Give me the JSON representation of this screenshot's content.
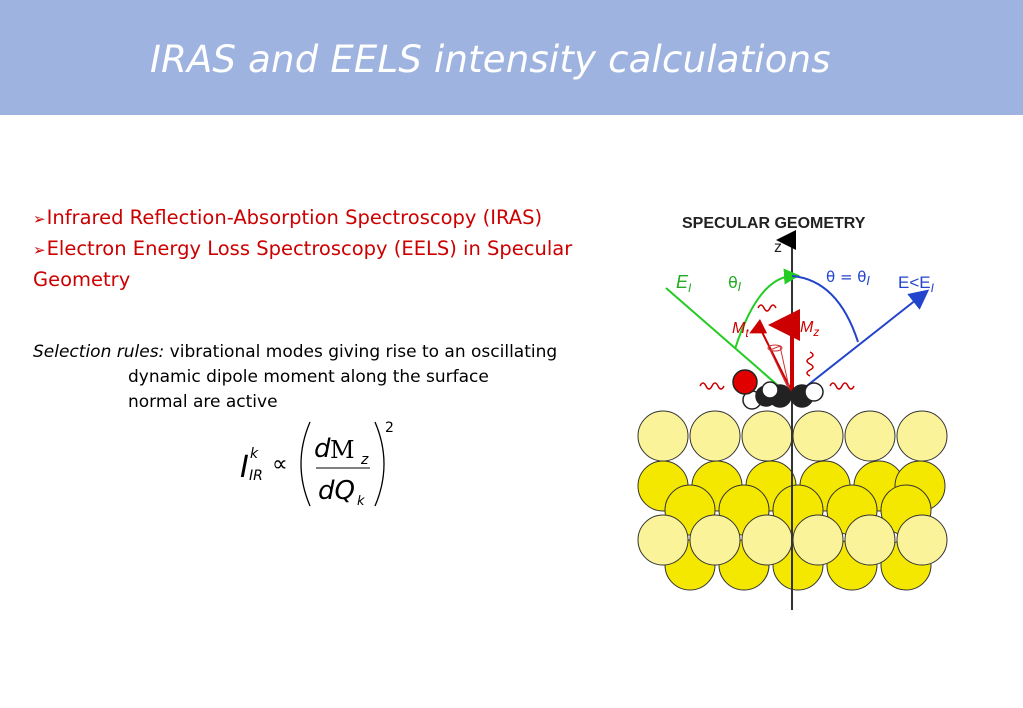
{
  "header": {
    "title": "IRAS and EELS intensity calculations"
  },
  "bullets": {
    "iras": "Infrared Reflection-Absorption Spectroscopy (IRAS)",
    "eels_line1": "Electron Energy Loss Spectroscopy (EELS) in Specular",
    "eels_line2": "Geometry"
  },
  "selection": {
    "label": "Selection rules:",
    "line1": " vibrational modes giving rise to an oscillating",
    "line2": "dynamic dipole moment along the surface",
    "line3": "normal are active"
  },
  "formula": {
    "I": "I",
    "sup_k": "k",
    "sub_IR": "IR",
    "propto": "∝",
    "num_d": "d",
    "num_M": "M",
    "num_z": "z",
    "den": "dQ",
    "den_k": "k",
    "power": "2"
  },
  "diagram": {
    "title": "SPECULAR GEOMETRY",
    "z_label": "z",
    "EI_label": "E",
    "EI_sub": "I",
    "thetaI_label": "θ",
    "thetaI_sub": "I",
    "theta_eq": "θ = θ",
    "theta_eq_sub": "I",
    "E_less_label": "E<E",
    "E_less_sub": "I",
    "Mt_label": "M",
    "Mt_sub": "t",
    "Mz_label": "M",
    "Mz_sub": "z",
    "colors": {
      "incident": "#22cc22",
      "reflected": "#2244cc",
      "dipole": "#cc0000",
      "gold": "#f5e800"
    }
  }
}
